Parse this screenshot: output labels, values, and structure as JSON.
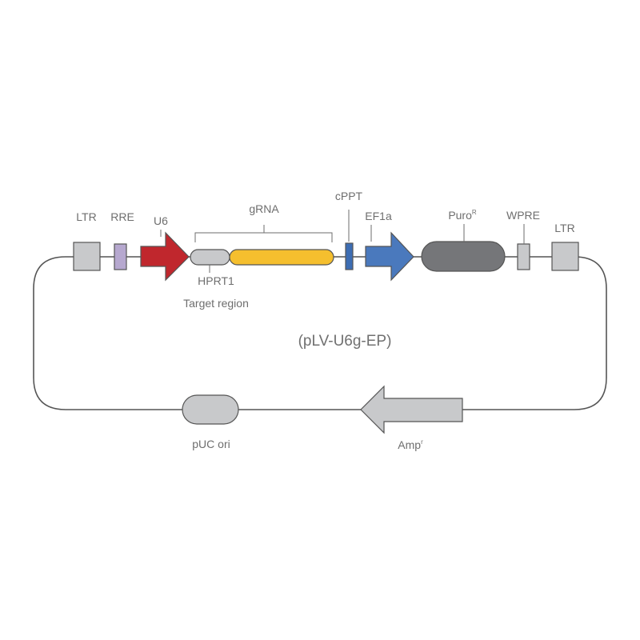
{
  "title": "(pLV-U6g-EP)",
  "features": {
    "ltr_left": {
      "label": "LTR",
      "color": "#c8c9cb"
    },
    "rre": {
      "label": "RRE",
      "color": "#b6a8cf"
    },
    "u6": {
      "label": "U6",
      "color": "#c0272d"
    },
    "grna": {
      "label": "gRNA"
    },
    "hprt1": {
      "label_line1": "HPRT1",
      "label_line2": "Target region",
      "color": "#c8c9cb"
    },
    "grna_scaffold": {
      "color": "#f5bf2e"
    },
    "cppt": {
      "label": "cPPT",
      "color": "#3d6db3"
    },
    "ef1a": {
      "label": "EF1a",
      "color": "#4a79bd"
    },
    "puro": {
      "label": "Puro",
      "superscript": "R",
      "color": "#757679"
    },
    "wpre": {
      "label": "WPRE",
      "color": "#c8c9cb"
    },
    "ltr_right": {
      "label": "LTR",
      "color": "#c8c9cb"
    },
    "amp": {
      "label": "Amp",
      "superscript": "r",
      "color": "#c8c9cb"
    },
    "puc_ori": {
      "label": "pUC ori",
      "color": "#c8c9cb"
    }
  },
  "colors": {
    "backbone": "#555555",
    "outline": "#555555",
    "label_text": "#6e6e6e"
  }
}
